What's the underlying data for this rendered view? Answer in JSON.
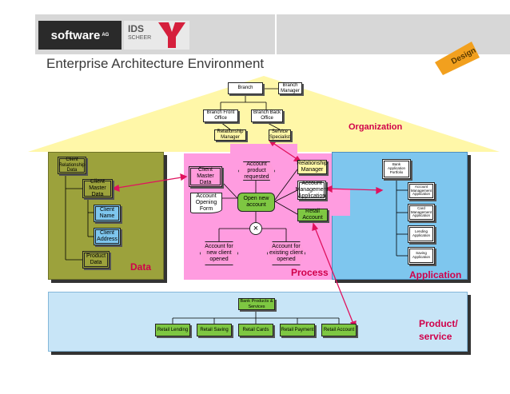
{
  "header": {
    "software_logo": "software",
    "software_logo_sup": "AG",
    "ids_logo_line1": "IDS",
    "ids_logo_line2": "SCHEER",
    "design_badge": "Design",
    "title": "Enterprise Architecture Environment"
  },
  "colors": {
    "organization_triangle": "#fff7a8",
    "process": "#ff9ce0",
    "data": "#9ca23c",
    "application": "#7ec6ee",
    "product": "#c8e5f7",
    "link": "#e0125e",
    "label_red": "#d0004a"
  },
  "regions": {
    "organization": "Organization",
    "data": "Data",
    "process": "Process",
    "application": "Application",
    "product_line1": "Product/",
    "product_line2": "service"
  },
  "organization": {
    "branch": "Branch",
    "branch_manager": "Branch Manager",
    "branch_front_office": "Branch Front Office",
    "branch_back_office": "Branch Back Office",
    "relationship_manager": "Relationship Manager",
    "service_specialist": "Service Specialist"
  },
  "data_panel": {
    "client_relationship_data": "Client Relationship Data",
    "client_master_data": "Client Master Data",
    "client_name": "Client Name",
    "client_address": "Client Address",
    "product_data": "Product Data"
  },
  "process": {
    "account_product_requested": "Account product requested",
    "client_master_data": "Client Master Data",
    "account_opening_form": "Account Opening Form",
    "open_new_account": "Open new account",
    "relationship_manager": "Relationship Manager",
    "account_management_application": "Account Management Application",
    "retail_account": "Retail Account",
    "xor_symbol": "×",
    "account_new_client": "Account for new client opened",
    "account_existing_client": "Account for existing client opened"
  },
  "application": {
    "bank_application_portfolio": "Bank Application Portfolio",
    "account_management_application": "Account Management Application",
    "card_management_application": "Card Management Application",
    "lending_application": "Lending Application",
    "saving_application": "Saving Application"
  },
  "products": {
    "bank_products_services": "Bank Products & Services",
    "items": [
      "Retail Lending",
      "Retail Saving",
      "Retail Cards",
      "Retail Payment",
      "Retail Account"
    ]
  }
}
